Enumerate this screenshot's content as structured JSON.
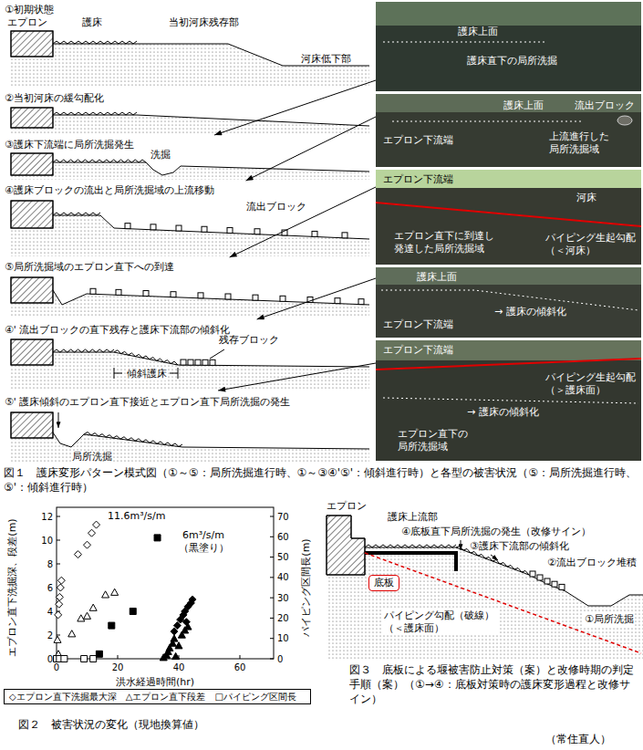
{
  "diagram": {
    "nodes": [
      {
        "text": [
          "①初期状態",
          "エプロン",
          "護床",
          "当初河床残存部",
          "河床低下部"
        ]
      },
      {
        "text": [
          "②当初河床の緩勾配化"
        ]
      },
      {
        "text": [
          "③護床下流端に局所洗掘発生",
          "洗掘"
        ]
      },
      {
        "text": [
          "④護床ブロックの流出と局所洗掘域の上流移動",
          "流出ブロック"
        ]
      },
      {
        "text": [
          "⑤局所洗掘域のエプロン直下への到達"
        ]
      },
      {
        "text": [
          "④' 流出ブロックの直下残存と護床下流部の傾斜化",
          "傾斜護床",
          "残存ブロック"
        ]
      },
      {
        "text": [
          "⑤' 護床傾斜のエプロン直下接近とエプロン直下局所洗掘の発生",
          "局所洗掘"
        ]
      },
      {
        "text": [
          "護床上面",
          "護床直下の局所洗掘"
        ]
      },
      {
        "text": [
          "護床上面",
          "流出ブロック",
          "エプロン下流端",
          "上流進行した 局所洗掘域"
        ]
      },
      {
        "text": [
          "エプロン下流端",
          "河床",
          "エプロン直下に到達し 発達した局所洗掘域",
          "パイピング生起勾配 （＜河床）"
        ]
      },
      {
        "text": [
          "護床上面",
          "→ 護床の傾斜化",
          "エプロン下流端"
        ]
      },
      {
        "text": [
          "エプロン下流端",
          "パイピング生起勾配 （＞護床面）",
          "→ 護床の傾斜化",
          "エプロン直下の 局所洗掘域"
        ]
      },
      {
        "text": [
          "底板"
        ]
      }
    ],
    "edges": [
      {
        "from": 7,
        "to": 2,
        "arrow": "to"
      },
      {
        "from": 8,
        "to": 3,
        "arrow": "to"
      },
      {
        "from": 9,
        "to": 4,
        "arrow": "to"
      },
      {
        "from": 10,
        "to": 5,
        "arrow": "to"
      },
      {
        "from": 11,
        "to": 6,
        "arrow": "to"
      }
    ],
    "labels": [
      "11.6m³/s/m",
      "6m³/s/m",
      "（黒塗り）",
      "エプロン直下洗掘深、段差(m)",
      "パイピング区間長(m)",
      "洪水経過時間(hr)",
      "0",
      "2",
      "4",
      "6",
      "8",
      "10",
      "12",
      "0",
      "10",
      "20",
      "30",
      "40",
      "50",
      "60",
      "70",
      "0",
      "20",
      "40",
      "60",
      "エプロン",
      "護床上流部",
      "④底板直下局所洗掘の発生（改修サイン）",
      "③護床下流部の傾斜化",
      "②流出ブロック堆積",
      "①局所洗掘",
      "パイピング勾配（破線） （＜護床面）",
      "図１　護床変形パターン模式図（①～⑤：局所洗掘進行時、①～③④'⑤'：傾斜進行時）と各型の被害状況（⑤：局所洗掘進行時、⑤'：傾斜進行時）",
      "図２　被害状況の変化（現地換算値）",
      "図３　底板による堰被害防止対策（案）と改修時期の判定手順（案）（①→④：底板対策時の護床変形過程と改修サイン）",
      "（常住直人）"
    ],
    "legend": [
      {
        "text": "◇エプロン直下洗掘最大深"
      },
      {
        "text": "△エプロン直下段差"
      },
      {
        "text": "□パイピング区間長"
      }
    ]
  }
}
